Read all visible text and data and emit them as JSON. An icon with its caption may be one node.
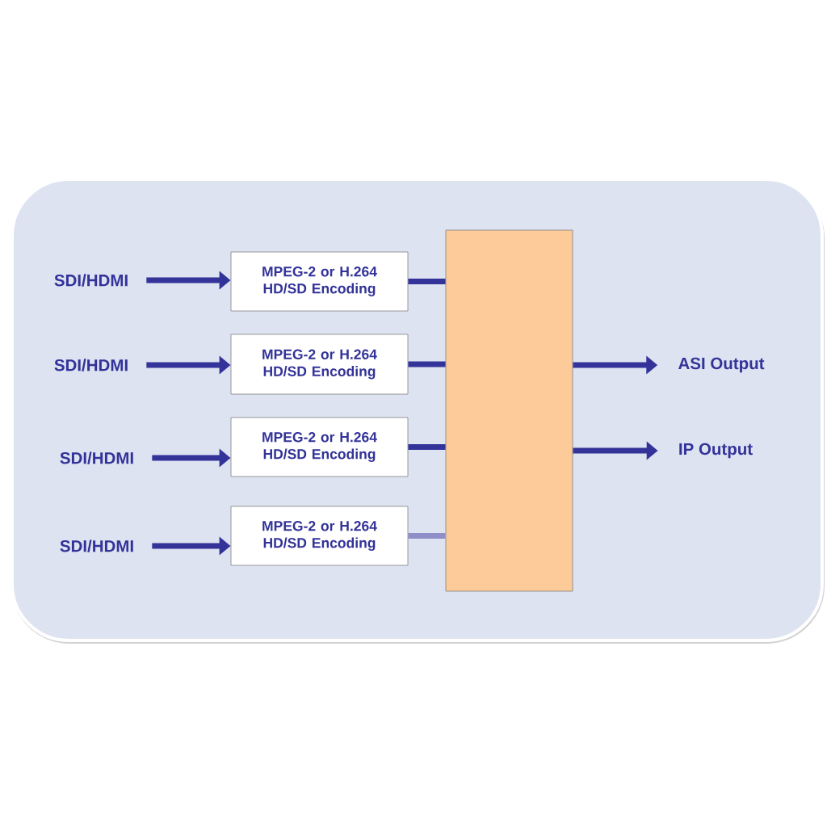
{
  "diagram": {
    "nodes": [
      {
        "text": [],
        "shape": "box"
      },
      {
        "text": [
          "SDI/HDMI"
        ],
        "in": 0
      },
      {
        "text": [
          "SDI/HDMI"
        ],
        "in": 0
      },
      {
        "text": [
          "SDI/HDMI"
        ],
        "in": 0
      },
      {
        "text": [
          "SDI/HDMI"
        ],
        "in": 0
      },
      {
        "text": [
          "MPEG-2 or H.264 HD/SD Encoding"
        ],
        "in": 0
      },
      {
        "text": [
          "MPEG-2 or H.264 HD/SD Encoding"
        ],
        "in": 0
      },
      {
        "text": [
          "MPEG-2 or H.264 HD/SD Encoding"
        ],
        "in": 0
      },
      {
        "text": [
          "MPEG-2 or H.264 HD/SD Encoding"
        ],
        "in": 0
      },
      {
        "text": [],
        "shape": "box",
        "in": 0
      },
      {
        "text": [
          "ASI Output"
        ],
        "in": 0
      },
      {
        "text": [
          "IP Output"
        ],
        "in": 0
      }
    ],
    "edges": [
      {
        "from": 1,
        "to": 5,
        "arrow": "to"
      },
      {
        "from": 2,
        "to": 6,
        "arrow": "to"
      },
      {
        "from": 3,
        "to": 7,
        "arrow": "to"
      },
      {
        "from": 4,
        "to": 8,
        "arrow": "to"
      },
      {
        "from": 5,
        "to": 9,
        "arrow": "none"
      },
      {
        "from": 6,
        "to": 9,
        "arrow": "none"
      },
      {
        "from": 7,
        "to": 9,
        "arrow": "none"
      },
      {
        "from": 8,
        "to": 9,
        "arrow": "none",
        "color": "#8e8ec8"
      },
      {
        "from": 9,
        "to": 10,
        "arrow": "to"
      },
      {
        "from": 9,
        "to": 11,
        "arrow": "to"
      }
    ]
  }
}
